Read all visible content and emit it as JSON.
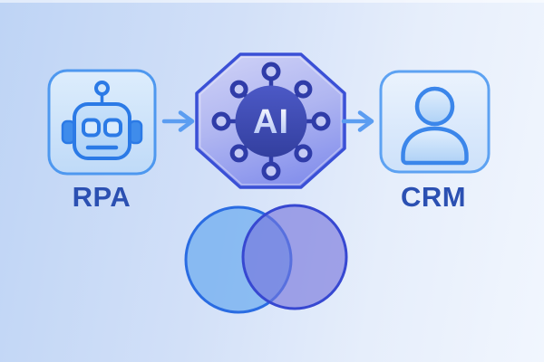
{
  "illustration": {
    "title": "RPA to AI to CRM integration flow",
    "nodes": [
      {
        "id": "rpa",
        "label": "RPA",
        "icon": "robot-icon",
        "shape": "rounded-square"
      },
      {
        "id": "ai",
        "label": "AI",
        "icon": "ai-network-hub-icon",
        "shape": "octagon"
      },
      {
        "id": "crm",
        "label": "CRM",
        "icon": "person-icon",
        "shape": "rounded-square"
      }
    ],
    "connections": [
      {
        "from": "rpa",
        "to": "ai",
        "type": "arrow-right"
      },
      {
        "from": "ai",
        "to": "crm",
        "type": "arrow-right"
      }
    ],
    "venn": {
      "left_circle": "blue",
      "right_circle": "purple",
      "overlapping": true
    },
    "colors": {
      "background_start": "#bed4f5",
      "background_end": "#f1f6fe",
      "label_text": "#2b50b2",
      "node_box_border": "#4e98ef",
      "icon_stroke": "#2b7ae6",
      "arrow": "#5b9df1",
      "octagon_border": "#3a50d6",
      "octagon_fill_top": "#cbcef5",
      "octagon_fill_bottom": "#8893ec",
      "hub_fill": "#3f4cb5",
      "spoke": "#2f3ca8",
      "venn_left_stroke": "#2a6ce2",
      "venn_left_fill": "rgba(79,156,238,0.57)",
      "venn_right_stroke": "#3748d1",
      "venn_right_fill": "rgba(117,114,220,0.62)"
    }
  }
}
